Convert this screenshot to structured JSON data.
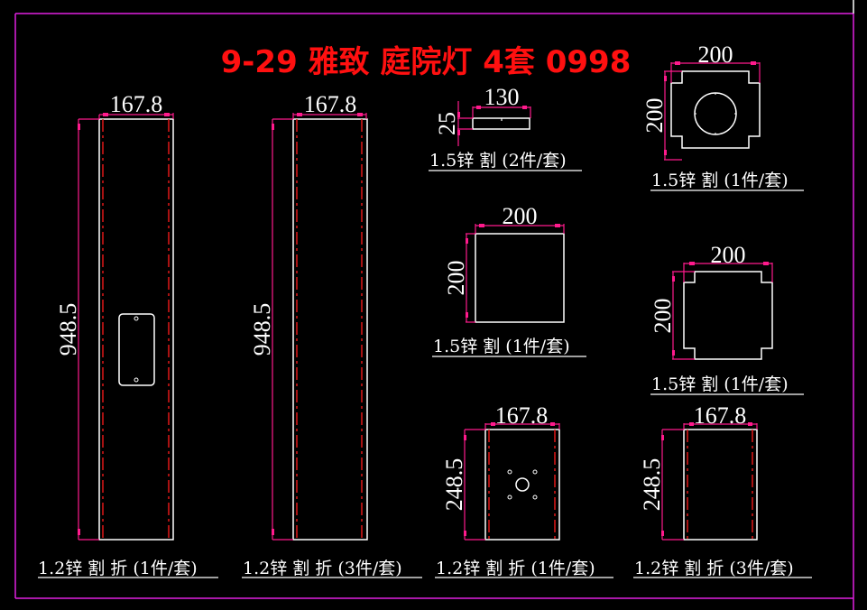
{
  "title": "9-29 雅致 庭院灯 4套 0998",
  "colors": {
    "frame": "#e020e0",
    "dimension": "#ff1a8c",
    "fold_line": "#e01818",
    "title": "#ff1010",
    "outline": "#ffffff",
    "background": "#000000"
  },
  "parts": [
    {
      "id": "tall-panel-with-door",
      "width": "167.8",
      "height": "948.5",
      "label": "1.2锌 割 折 (1件/套)"
    },
    {
      "id": "tall-panel-plain",
      "width": "167.8",
      "height": "948.5",
      "label": "1.2锌 割 折 (3件/套)"
    },
    {
      "id": "strip",
      "width": "130",
      "height": "25",
      "label": "1.5锌 割 (2件/套)"
    },
    {
      "id": "square-plate",
      "width": "200",
      "height": "200",
      "label": "1.5锌 割 (1件/套)"
    },
    {
      "id": "notched-plate-with-hole",
      "width": "200",
      "height": "200",
      "label": "1.5锌 割 (1件/套)"
    },
    {
      "id": "notched-plate",
      "width": "200",
      "height": "200",
      "label": "1.5锌 割 (1件/套)"
    },
    {
      "id": "short-panel-with-holes",
      "width": "167.8",
      "height": "248.5",
      "label": "1.2锌 割 折 (1件/套)"
    },
    {
      "id": "short-panel-plain",
      "width": "167.8",
      "height": "248.5",
      "label": "1.2锌 割 折 (3件/套)"
    }
  ]
}
